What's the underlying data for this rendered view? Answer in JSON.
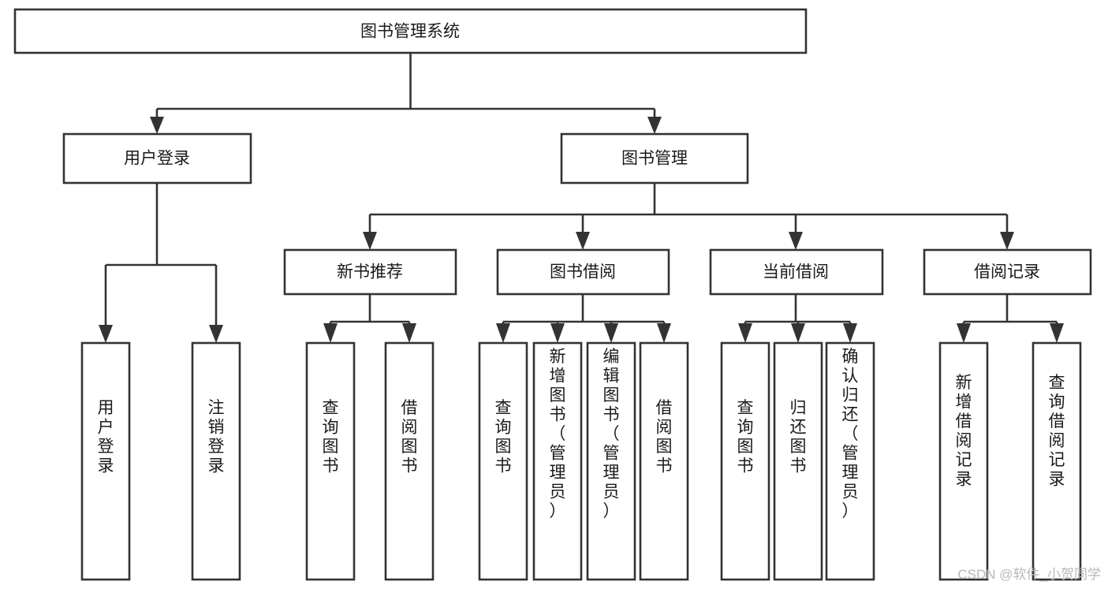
{
  "diagram": {
    "type": "hierarchy-tree",
    "title": "图书管理系统",
    "root": {
      "id": "root",
      "label": "图书管理系统",
      "orientation": "horizontal"
    },
    "level2": [
      {
        "id": "user-login",
        "label": "用户登录",
        "orientation": "horizontal"
      },
      {
        "id": "book-manage",
        "label": "图书管理",
        "orientation": "horizontal"
      }
    ],
    "level3": [
      {
        "id": "new-book-recommend",
        "label": "新书推荐",
        "orientation": "horizontal",
        "parent": "book-manage"
      },
      {
        "id": "book-borrow",
        "label": "图书借阅",
        "orientation": "horizontal",
        "parent": "book-manage"
      },
      {
        "id": "current-borrow",
        "label": "当前借阅",
        "orientation": "horizontal",
        "parent": "book-manage"
      },
      {
        "id": "borrow-record",
        "label": "借阅记录",
        "orientation": "horizontal",
        "parent": "book-manage"
      }
    ],
    "leaves": [
      {
        "id": "leaf-user-login",
        "label": "用户登录",
        "orientation": "vertical",
        "parent": "user-login"
      },
      {
        "id": "leaf-user-logout",
        "label": "注销登录",
        "orientation": "vertical",
        "parent": "user-login"
      },
      {
        "id": "leaf-query-book-1",
        "label": "查询图书",
        "orientation": "vertical",
        "parent": "new-book-recommend"
      },
      {
        "id": "leaf-borrow-book-1",
        "label": "借阅图书",
        "orientation": "vertical",
        "parent": "new-book-recommend"
      },
      {
        "id": "leaf-query-book-2",
        "label": "查询图书",
        "orientation": "vertical",
        "parent": "book-borrow"
      },
      {
        "id": "leaf-add-book",
        "label": "新增图书（管理员）",
        "orientation": "vertical",
        "parent": "book-borrow"
      },
      {
        "id": "leaf-edit-book",
        "label": "编辑图书（管理员）",
        "orientation": "vertical",
        "parent": "book-borrow"
      },
      {
        "id": "leaf-borrow-book-2",
        "label": "借阅图书",
        "orientation": "vertical",
        "parent": "book-borrow"
      },
      {
        "id": "leaf-query-book-3",
        "label": "查询图书",
        "orientation": "vertical",
        "parent": "current-borrow"
      },
      {
        "id": "leaf-return-book",
        "label": "归还图书",
        "orientation": "vertical",
        "parent": "current-borrow"
      },
      {
        "id": "leaf-confirm-return",
        "label": "确认归还（管理员）",
        "orientation": "vertical",
        "parent": "current-borrow"
      },
      {
        "id": "leaf-add-record",
        "label": "新增借阅记录",
        "orientation": "vertical",
        "parent": "borrow-record"
      },
      {
        "id": "leaf-query-record",
        "label": "查询借阅记录",
        "orientation": "vertical",
        "parent": "borrow-record"
      }
    ],
    "colors": {
      "box_fill": "#ffffff",
      "box_stroke": "#333333",
      "text": "#1a1a1a",
      "background": "#ffffff",
      "watermark": "#b8b8b8"
    }
  },
  "watermark": {
    "label": "CSDN @软件_小贺同学"
  }
}
